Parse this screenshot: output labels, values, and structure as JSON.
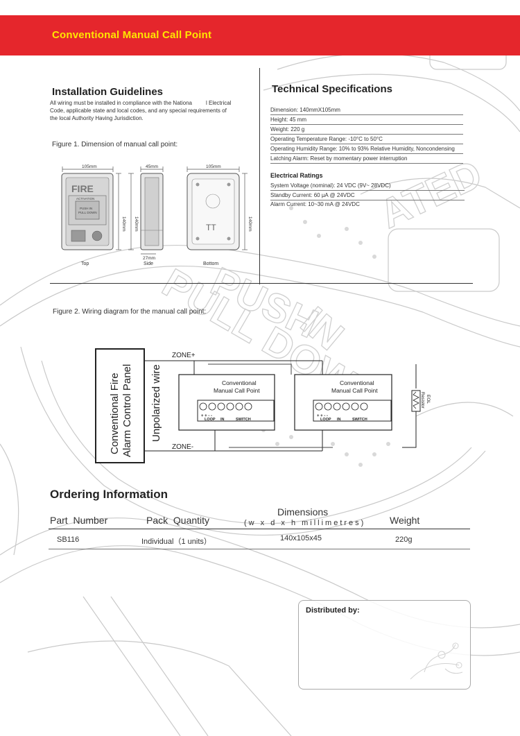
{
  "header": {
    "title": "Conventional Manual Call Point"
  },
  "installation": {
    "title": "Installation  Guidelines",
    "text_line1": "All wiring must be installed in compliance with the Nationa         l Electrical",
    "text_line2": "Code, applicable state and local codes, and any special requirements of",
    "text_line3": "the local Authority Having Jurisdiction."
  },
  "figure1": {
    "caption": "Figure 1. Dimension of manual call point:",
    "top_width": "105mm",
    "top_height": "140mm",
    "side_width": "45mm",
    "side_height": "140mm",
    "side_depth": "27mm",
    "bottom_width": "105mm",
    "bottom_height": "140mm",
    "label_top": "Top",
    "label_side": "Side",
    "label_bottom": "Bottom",
    "device_fire": "FIRE",
    "device_activation": "ACTIVATION",
    "device_push": "PUSH IN",
    "device_pull": "PULL DOWN",
    "bottom_mark": "TT"
  },
  "specs": {
    "title": "Technical Specifications",
    "rows": [
      "Dimension: 140mmX105mm",
      "Height:  45 mm",
      "Weight: 220 g",
      "Operating Temperature Range: -10°C to 50°C",
      "Operating Humidity Range: 10% to 93% Relative Humidity, Noncondensing",
      "Latching Alarm: Reset by momentary power interruption"
    ],
    "electrical_title": "Electrical  Ratings",
    "electrical_rows": [
      "System Voltage (nominal):  24 VDC (9V~ 28VDC)",
      "Standby Current: 60 μA @ 24VDC",
      "Alarm Current: 10~30 mA @ 24VDC"
    ]
  },
  "figure2": {
    "caption": "Figure 2. Wiring diagram for the  manual call point:",
    "panel_line1": "Conventional  Fire",
    "panel_line2": "Alarm Control  Panel",
    "unpolarized": "Unpolarized  wire",
    "zone_plus": "ZONE+",
    "zone_minus": "ZONE-",
    "mcp_line1": "Conventional",
    "mcp_line2": "Manual Call Point",
    "loop": "LOOP",
    "in": "IN",
    "switch": "SWITCH",
    "eol_line1": "EOL",
    "eol_line2": "Resistor",
    "terminal_signs": "+ + - - "
  },
  "ordering": {
    "title": "Ordering Information",
    "dims_top": "Dimensions",
    "headers": {
      "part": "Part  Number",
      "pack": "Pack  Quantity",
      "dims": "(w x d x h millimetres)",
      "weight": "Weight"
    },
    "row": {
      "part": "SB116",
      "pack": "Individual（1  units）",
      "dims": "140x105x45",
      "weight": "220g"
    }
  },
  "distributed": {
    "label": "Distributed by:"
  }
}
